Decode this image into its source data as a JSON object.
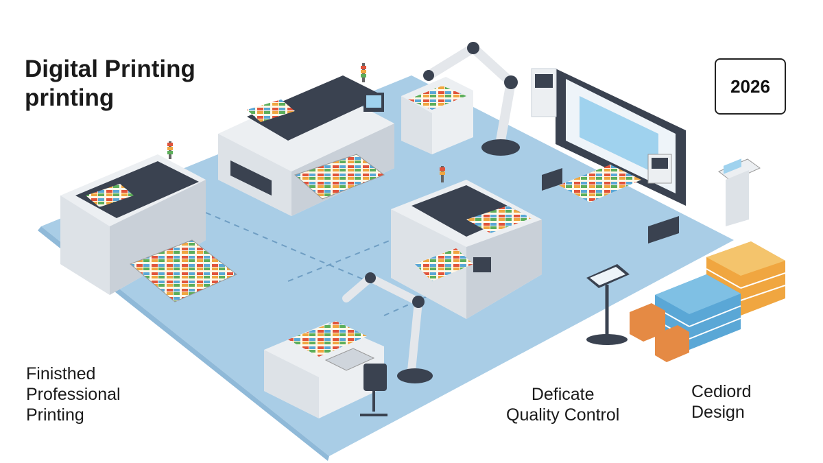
{
  "title": {
    "line1": "Digital Printing",
    "line2": "printing"
  },
  "year_badge": "2026",
  "captions": {
    "left": [
      "Finisthed",
      "Professional",
      "Printing"
    ],
    "middle": [
      "Deficate",
      "Quality Control"
    ],
    "right": [
      "Cediord",
      "Design"
    ]
  },
  "colors": {
    "floor": "#a9cde6",
    "machine_body": "#eceff2",
    "machine_dark": "#3a4250",
    "accent_orange": "#f0a640",
    "accent_blue": "#5aa7d6",
    "accent_red": "#e0533b"
  }
}
